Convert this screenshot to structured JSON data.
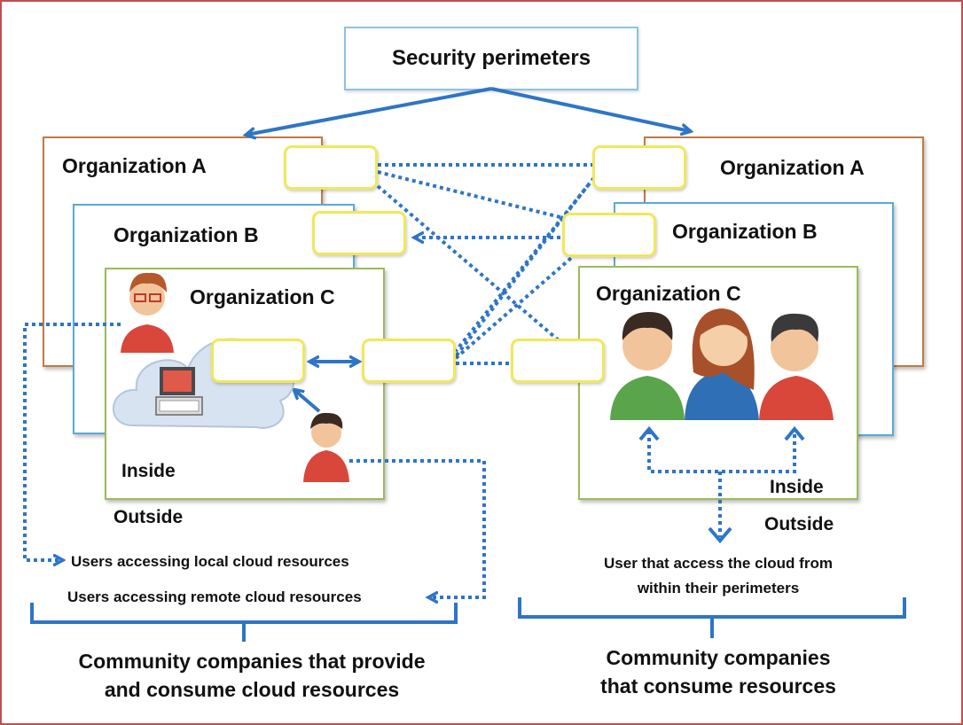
{
  "title": "Security perimeters",
  "left": {
    "org_a": "Organization A",
    "org_b": "Organization B",
    "org_c": "Organization C",
    "inside": "Inside",
    "outside": "Outside",
    "local_users": "Users accessing local cloud resources",
    "remote_users": "Users accessing remote cloud resources",
    "bottom_line1": "Community companies that provide",
    "bottom_line2": "and consume cloud resources"
  },
  "right": {
    "org_a": "Organization A",
    "org_b": "Organization B",
    "org_c": "Organization C",
    "inside": "Inside",
    "outside": "Outside",
    "user_access_line1": "User that access the cloud from",
    "user_access_line2": "within their perimeters",
    "bottom_line1": "Community companies",
    "bottom_line2": "that consume resources"
  },
  "colors": {
    "arrow_blue": "#2e75c6",
    "org_a_border": "#c07a45",
    "org_b_border": "#5aaad6",
    "org_c_border": "#9bbb59",
    "perimeter_border": "#f0e85a",
    "frame": "#c0504d"
  }
}
